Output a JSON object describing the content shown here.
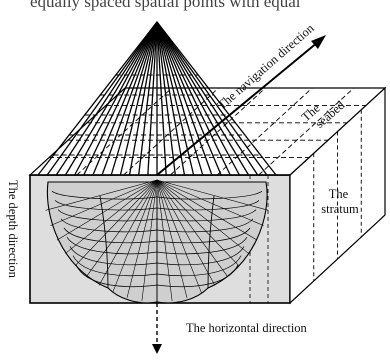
{
  "diagram": {
    "header_fragment": "equally spaced spatial points with equal",
    "labels": {
      "navigation_direction": "The navigation direction",
      "seabed": "The seabed",
      "stratum": "The stratum",
      "depth_direction": "The depth direction",
      "horizontal_direction": "The horizontal direction"
    }
  }
}
